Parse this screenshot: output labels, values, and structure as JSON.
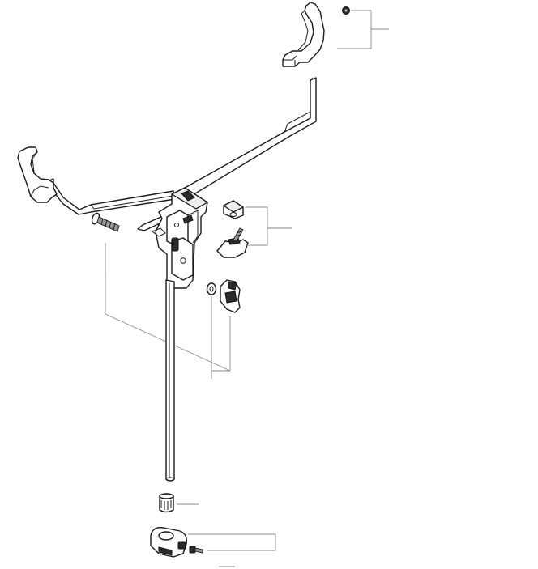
{
  "diagram": {
    "description_labels": [],
    "colors": {
      "line": "#1a1a1a",
      "leader": "#8a8a8a",
      "shade": "#2b2b2b",
      "background": "#ffffff"
    },
    "parts": [
      {
        "name": "right-end-hook"
      },
      {
        "name": "small-nut"
      },
      {
        "name": "left-end-hook"
      },
      {
        "name": "cross-arm"
      },
      {
        "name": "clamp-hinge-block"
      },
      {
        "name": "carriage-bolt"
      },
      {
        "name": "bracket-clip"
      },
      {
        "name": "wing-bolt-upper"
      },
      {
        "name": "washer"
      },
      {
        "name": "wing-nut-lower"
      },
      {
        "name": "vertical-tube"
      },
      {
        "name": "end-cap"
      },
      {
        "name": "base-clamp"
      },
      {
        "name": "set-screw"
      }
    ]
  }
}
